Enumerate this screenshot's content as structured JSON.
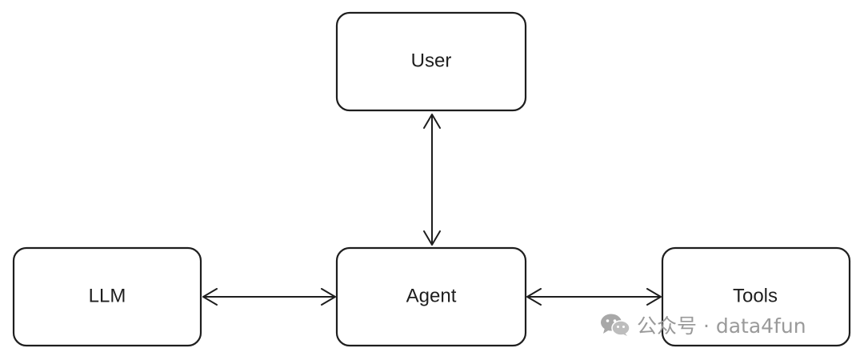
{
  "diagram": {
    "nodes": [
      {
        "id": "user",
        "label": "User"
      },
      {
        "id": "llm",
        "label": "LLM"
      },
      {
        "id": "agent",
        "label": "Agent"
      },
      {
        "id": "tools",
        "label": "Tools"
      }
    ],
    "edges": [
      {
        "from": "user",
        "to": "agent",
        "direction": "both"
      },
      {
        "from": "llm",
        "to": "agent",
        "direction": "both"
      },
      {
        "from": "agent",
        "to": "tools",
        "direction": "both"
      }
    ]
  },
  "watermark": {
    "text": "公众号 · data4fun",
    "icon": "wechat-icon",
    "color": "#9a9a9a"
  },
  "colors": {
    "stroke": "#1e1e1e",
    "background": "#ffffff"
  }
}
